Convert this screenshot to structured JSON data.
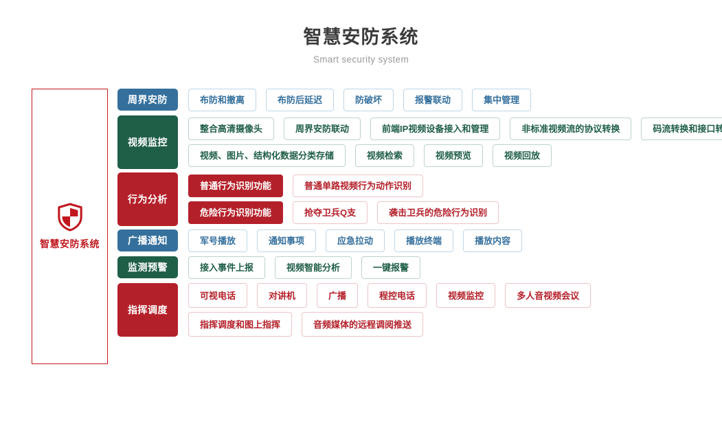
{
  "header": {
    "title": "智慧安防系统",
    "subtitle": "Smart security system"
  },
  "panel": {
    "icon": "shield-icon",
    "label": "智慧安防系统",
    "border_color": "#c8161d"
  },
  "colors": {
    "blue": "#35709d",
    "green": "#1f5e47",
    "red": "#b4202a",
    "title": "#3b3b3b",
    "subtitle": "#9a9a9a"
  },
  "rows": [
    {
      "category": "周界安防",
      "color": "blue",
      "lines": [
        [
          {
            "label": "布防和撤离",
            "filled": false
          },
          {
            "label": "布防后延迟",
            "filled": false
          },
          {
            "label": "防破坏",
            "filled": false
          },
          {
            "label": "报警联动",
            "filled": false
          },
          {
            "label": "集中管理",
            "filled": false
          }
        ]
      ]
    },
    {
      "category": "视频监控",
      "color": "green",
      "lines": [
        [
          {
            "label": "整合高清摄像头",
            "filled": false
          },
          {
            "label": "周界安防联动",
            "filled": false
          },
          {
            "label": "前端IP视频设备接入和管理",
            "filled": false
          },
          {
            "label": "非标准视频流的协议转换",
            "filled": false
          },
          {
            "label": "码流转换和接口转换",
            "filled": false
          }
        ],
        [
          {
            "label": "视频、图片、结构化数据分类存储",
            "filled": false
          },
          {
            "label": "视频检索",
            "filled": false
          },
          {
            "label": "视频预览",
            "filled": false
          },
          {
            "label": "视频回放",
            "filled": false
          }
        ]
      ]
    },
    {
      "category": "行为分析",
      "color": "red",
      "lines": [
        [
          {
            "label": "普通行为识别功能",
            "filled": true
          },
          {
            "label": "普通单路视频行为动作识别",
            "filled": false
          }
        ],
        [
          {
            "label": "危险行为识别功能",
            "filled": true
          },
          {
            "label": "抢夺卫兵Q支",
            "filled": false
          },
          {
            "label": "袭击卫兵的危险行为识别",
            "filled": false
          }
        ]
      ]
    },
    {
      "category": "广播通知",
      "color": "blue",
      "lines": [
        [
          {
            "label": "军号播放",
            "filled": false
          },
          {
            "label": "通知事项",
            "filled": false
          },
          {
            "label": "应急拉动",
            "filled": false
          },
          {
            "label": "播放终端",
            "filled": false
          },
          {
            "label": "播放内容",
            "filled": false
          }
        ]
      ]
    },
    {
      "category": "监测预警",
      "color": "green",
      "lines": [
        [
          {
            "label": "接入事件上报",
            "filled": false
          },
          {
            "label": "视频智能分析",
            "filled": false
          },
          {
            "label": "一键报警",
            "filled": false
          }
        ]
      ]
    },
    {
      "category": "指挥调度",
      "color": "red",
      "lines": [
        [
          {
            "label": "可视电话",
            "filled": false
          },
          {
            "label": "对讲机",
            "filled": false
          },
          {
            "label": "广播",
            "filled": false
          },
          {
            "label": "程控电话",
            "filled": false
          },
          {
            "label": "视频监控",
            "filled": false
          },
          {
            "label": "多人音视频会议",
            "filled": false
          }
        ],
        [
          {
            "label": "指挥调度和图上指挥",
            "filled": false
          },
          {
            "label": "音频媒体的远程调阅推送",
            "filled": false
          }
        ]
      ]
    }
  ]
}
